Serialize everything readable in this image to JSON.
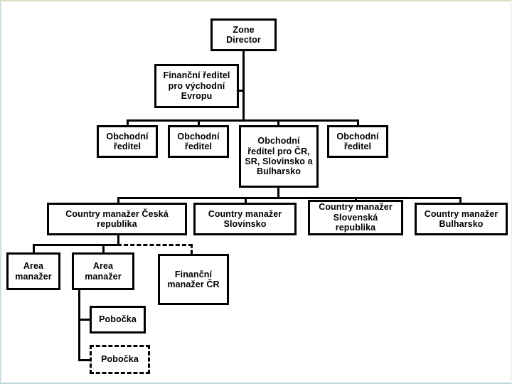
{
  "slide": {
    "title": "Organizational chart",
    "background_color": "#ffffff",
    "line_color": "#000000",
    "box_border_color": "#000000",
    "box_fill_color": "#ffffff"
  },
  "nodes": {
    "zone_director": "Zone\nDirector",
    "financni_reditel_vychodni_evropa": "Finanční ředitel\npro východní\nEvropu",
    "obchodni_reditel_1": "Obchodní\nředitel",
    "obchodni_reditel_2": "Obchodní\nředitel",
    "obchodni_reditel_cr_sr": "Obchodní\nředitel pro ČR,\nSR, Slovinsko a\nBulharsko",
    "obchodni_reditel_3": "Obchodní\nředitel",
    "country_manazer_ceska_republika": "Country manažer Česká\nrepublika",
    "country_manazer_slovinsko": "Country manažer\nSlovinsko",
    "country_manazer_slovenska_republika": "Country manažer\nSlovenská\nrepublika",
    "country_manazer_bulharsko": "Country manažer\nBulharsko",
    "area_manazer_1": "Area\nmanažer",
    "area_manazer_2": "Area\nmanažer",
    "financni_manazer_cr": "Finanční\nmanažer ČR",
    "pobocka_1": "Pobočka",
    "pobocka_2": "Pobočka"
  },
  "hierarchy": {
    "root": "zone_director",
    "staff_of_root": [
      "financni_reditel_vychodni_evropa"
    ],
    "level_2": [
      "obchodni_reditel_1",
      "obchodni_reditel_2",
      "obchodni_reditel_cr_sr",
      "obchodni_reditel_3"
    ],
    "level_3_parent": "obchodni_reditel_cr_sr",
    "level_3": [
      "country_manazer_ceska_republika",
      "country_manazer_slovinsko",
      "country_manazer_slovenska_republika",
      "country_manazer_bulharsko"
    ],
    "level_4_parent": "country_manazer_ceska_republika",
    "level_4_solid": [
      "area_manazer_1",
      "area_manazer_2"
    ],
    "level_4_dashed": [
      "financni_manazer_cr"
    ],
    "level_5_parent": "area_manazer_2",
    "level_5_solid": [
      "pobocka_1"
    ],
    "level_5_dashed": [
      "pobocka_2"
    ]
  }
}
